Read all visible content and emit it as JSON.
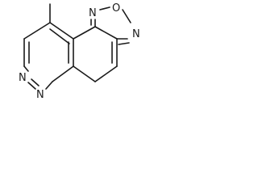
{
  "molecule": {
    "atoms": {
      "oxygen": "O",
      "nitrogen_oxadiazole_top": "N",
      "nitrogen_oxadiazole_right": "N",
      "nitrogen_pyridazine_upper": "N",
      "nitrogen_pyridazine_lower": "N"
    }
  }
}
